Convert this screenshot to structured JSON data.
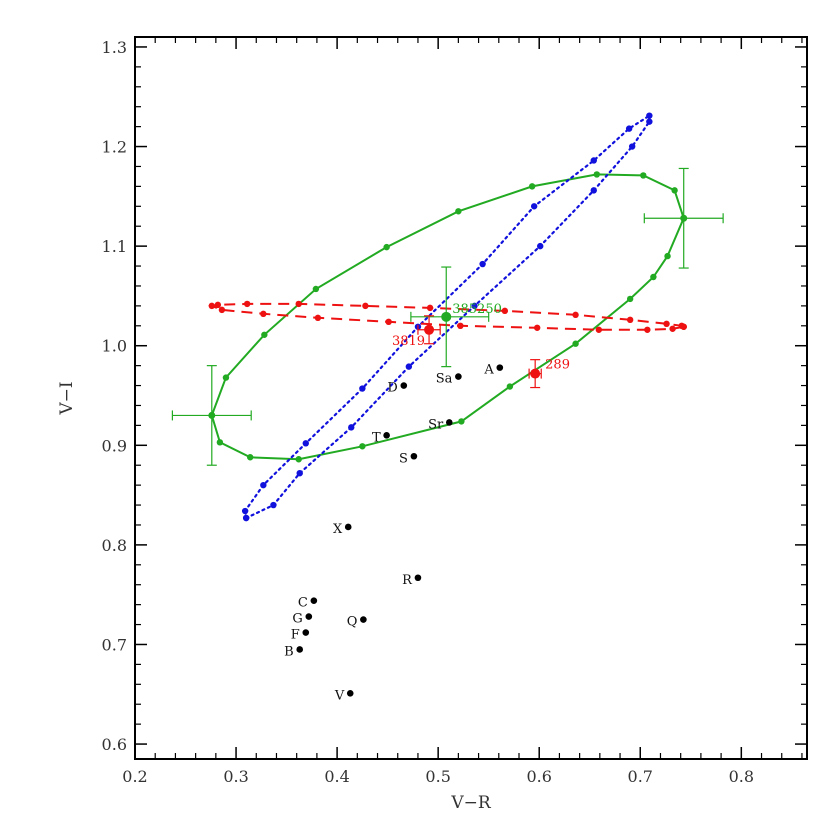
{
  "chart_data": {
    "type": "scatter",
    "title": "",
    "xlabel": "V−R",
    "ylabel": "V−I",
    "xlim": [
      0.2,
      0.865
    ],
    "ylim": [
      0.585,
      1.31
    ],
    "xticks": [
      "0.2",
      "0.3",
      "0.4",
      "0.5",
      "0.6",
      "0.7",
      "0.8"
    ],
    "yticks": [
      "0.6",
      "0.7",
      "0.8",
      "0.9",
      "1.0",
      "1.1",
      "1.2",
      "1.3"
    ],
    "colors": {
      "green": "#22aa22",
      "blue": "#1111dd",
      "red": "#ee1111",
      "black": "#000000"
    },
    "taxonomy_points": [
      {
        "label": "A",
        "x": 0.561,
        "y": 0.978
      },
      {
        "label": "Sa",
        "x": 0.52,
        "y": 0.969
      },
      {
        "label": "D",
        "x": 0.466,
        "y": 0.96
      },
      {
        "label": "Sr",
        "x": 0.511,
        "y": 0.923
      },
      {
        "label": "T",
        "x": 0.449,
        "y": 0.91
      },
      {
        "label": "S",
        "x": 0.476,
        "y": 0.889
      },
      {
        "label": "X",
        "x": 0.411,
        "y": 0.818
      },
      {
        "label": "R",
        "x": 0.48,
        "y": 0.767
      },
      {
        "label": "C",
        "x": 0.377,
        "y": 0.744
      },
      {
        "label": "G",
        "x": 0.372,
        "y": 0.728
      },
      {
        "label": "Q",
        "x": 0.426,
        "y": 0.725
      },
      {
        "label": "F",
        "x": 0.369,
        "y": 0.712
      },
      {
        "label": "B",
        "x": 0.363,
        "y": 0.695
      },
      {
        "label": "V",
        "x": 0.413,
        "y": 0.651
      }
    ],
    "series": [
      {
        "color": "green",
        "style": "solid",
        "x": [
          0.743,
          0.727,
          0.713,
          0.69,
          0.636,
          0.571,
          0.523,
          0.425,
          0.362,
          0.314,
          0.284,
          0.276,
          0.29,
          0.328,
          0.379,
          0.449,
          0.52,
          0.593,
          0.657,
          0.703,
          0.734,
          0.743
        ],
        "y": [
          1.128,
          1.09,
          1.069,
          1.047,
          1.002,
          0.959,
          0.924,
          0.899,
          0.886,
          0.888,
          0.903,
          0.93,
          0.968,
          1.011,
          1.057,
          1.099,
          1.135,
          1.16,
          1.172,
          1.171,
          1.156,
          1.128
        ]
      },
      {
        "color": "blue",
        "style": "dotted",
        "x": [
          0.31,
          0.337,
          0.363,
          0.414,
          0.471,
          0.536,
          0.601,
          0.654,
          0.692,
          0.709,
          0.709,
          0.689,
          0.654,
          0.595,
          0.544,
          0.48,
          0.425,
          0.369,
          0.327,
          0.309,
          0.31
        ],
        "y": [
          0.827,
          0.84,
          0.872,
          0.918,
          0.979,
          1.04,
          1.1,
          1.156,
          1.2,
          1.225,
          1.231,
          1.218,
          1.186,
          1.14,
          1.082,
          1.019,
          0.957,
          0.902,
          0.86,
          0.834,
          0.827
        ]
      },
      {
        "color": "red",
        "style": "dashed",
        "x": [
          0.743,
          0.732,
          0.707,
          0.659,
          0.598,
          0.522,
          0.451,
          0.381,
          0.327,
          0.286,
          0.276,
          0.282,
          0.311,
          0.362,
          0.428,
          0.492,
          0.566,
          0.636,
          0.69,
          0.726,
          0.741,
          0.743
        ],
        "y": [
          1.019,
          1.017,
          1.016,
          1.016,
          1.018,
          1.02,
          1.024,
          1.028,
          1.032,
          1.036,
          1.04,
          1.041,
          1.042,
          1.042,
          1.04,
          1.038,
          1.035,
          1.031,
          1.026,
          1.022,
          1.02,
          1.019
        ]
      }
    ],
    "objects": [
      {
        "label": "385250",
        "color": "green",
        "x": 0.508,
        "y": 1.029,
        "xerr_lo": 0.035,
        "xerr_hi": 0.042,
        "yerr": 0.05
      },
      {
        "label": "3819",
        "color": "red",
        "x": 0.491,
        "y": 1.016,
        "xerr": 0.011,
        "yerr": 0.014
      },
      {
        "label": "289",
        "color": "red",
        "x": 0.596,
        "y": 0.972,
        "xerr": 0.006,
        "yerr": 0.014
      }
    ],
    "extreme_points": [
      {
        "color": "green",
        "x": 0.276,
        "y": 0.93,
        "xerr_lo": 0.039,
        "xerr_hi": 0.039,
        "yerr": 0.05
      },
      {
        "color": "green",
        "x": 0.743,
        "y": 1.128,
        "xerr_lo": 0.039,
        "xerr_hi": 0.039,
        "yerr": 0.05
      }
    ]
  }
}
